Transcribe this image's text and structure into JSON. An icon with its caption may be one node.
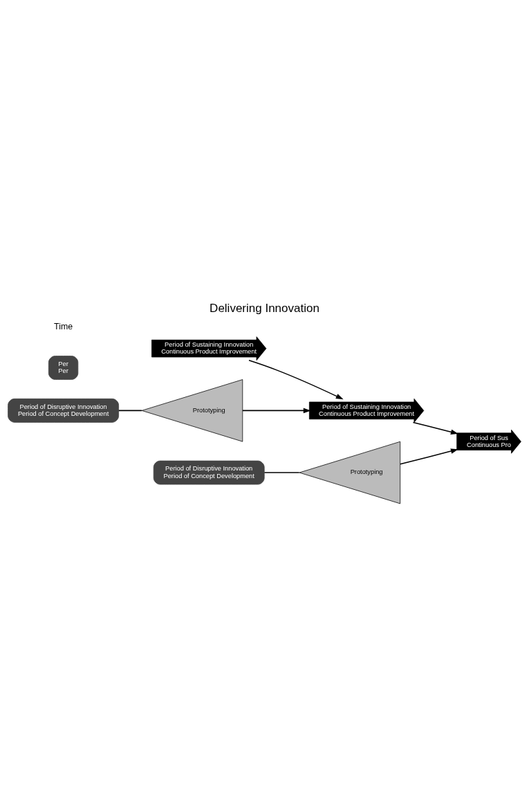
{
  "diagram": {
    "title": "Delivering Innovation",
    "nodes": [
      {
        "text": [
          "Period of Sustaining Innovation",
          "Continuous Product Improvement"
        ]
      },
      {
        "text": [
          "Period of Disruptive Innovation",
          "Period of Concept Development"
        ]
      },
      {
        "text": [
          "Prototyping"
        ]
      },
      {
        "text": [
          "Period of Sustaining Innovation",
          "Continuous Product Improvement"
        ]
      },
      {
        "text": [
          "Period of Disruptive Innovation",
          "Period of Concept Development"
        ]
      },
      {
        "text": [
          "Prototyping"
        ]
      },
      {
        "text": [
          "Period of Sus",
          "Continuous Pro"
        ]
      },
      {
        "text": [
          "Per",
          "Per"
        ]
      }
    ],
    "edges": [
      {
        "from": 0,
        "to": 3,
        "arrow": "to"
      },
      {
        "from": 1,
        "to": 2,
        "arrow": "none"
      },
      {
        "from": 2,
        "to": 3,
        "arrow": "to"
      },
      {
        "from": 3,
        "to": 6,
        "arrow": "to"
      },
      {
        "from": 4,
        "to": 5,
        "arrow": "none"
      },
      {
        "from": 5,
        "to": 6,
        "arrow": "to"
      }
    ],
    "labels": [
      "Time"
    ]
  }
}
